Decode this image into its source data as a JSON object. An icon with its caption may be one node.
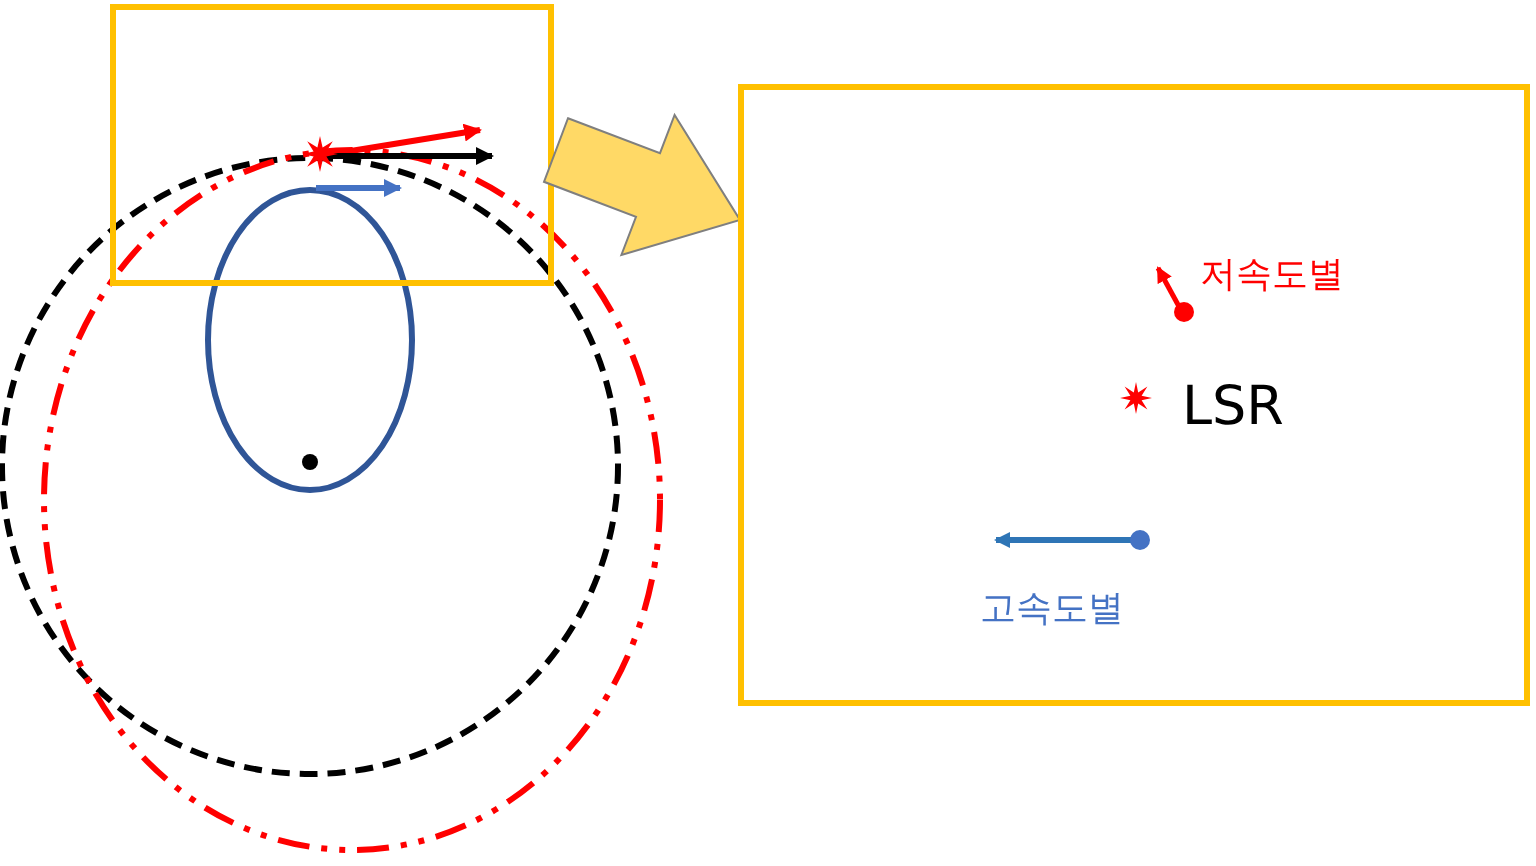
{
  "diagram": {
    "nodes": [
      {
        "text": [],
        "shape": "box"
      },
      {
        "text": [
          "저속도별",
          "LSR",
          "고속도별"
        ]
      }
    ],
    "edges": [
      {
        "from": 0,
        "to": 1,
        "arrow": "to",
        "style": "thick",
        "color": "#ffd966"
      }
    ]
  }
}
